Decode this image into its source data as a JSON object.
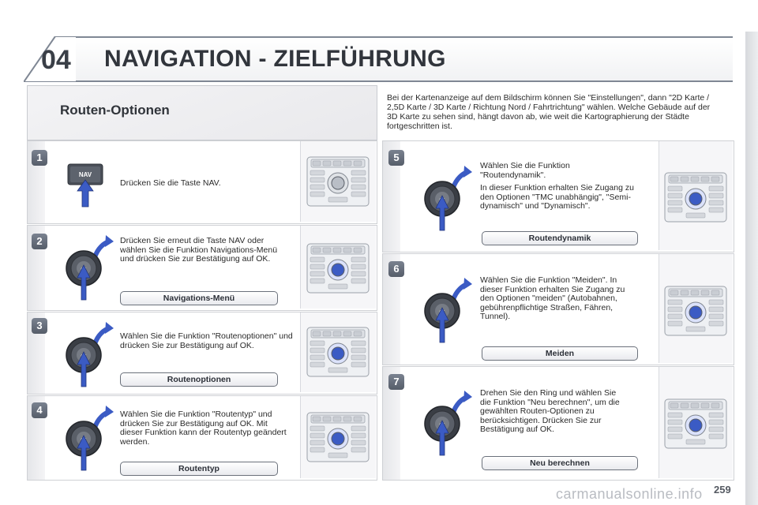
{
  "header": {
    "chapter": "04",
    "title": "NAVIGATION - ZIELFÜHRUNG"
  },
  "intro": {
    "section_title": "Routen-Optionen",
    "text": "Bei der Kartenanzeige auf dem Bildschirm können Sie \"Einstellungen\", dann \"2D Karte / 2,5D Karte / 3D Karte / Richtung Nord / Fahrtrichtung\" wählen. Welche Gebäude auf der 3D Karte zu sehen sind, hängt davon ab, wie weit die Kartographierung der Städte fortgeschritten ist."
  },
  "steps": [
    {
      "num": "1",
      "icon": "nav-key",
      "text": [
        "Drücken Sie die Taste NAV."
      ],
      "key_label": "NAV"
    },
    {
      "num": "2",
      "icon": "dial",
      "text": [
        "Drücken Sie erneut die Taste NAV oder wählen Sie die Funktion Navigations-Menü und drücken Sie zur Bestätigung auf OK."
      ],
      "label": "Navigations-Menü"
    },
    {
      "num": "3",
      "icon": "dial",
      "text": [
        "Wählen Sie die Funktion \"Routenoptionen\" und drücken Sie zur Bestätigung auf OK."
      ],
      "label": "Routenoptionen"
    },
    {
      "num": "4",
      "icon": "dial",
      "text": [
        "Wählen Sie die Funktion \"Routentyp\" und drücken Sie zur Bestätigung auf OK. Mit dieser Funktion kann der Routentyp geändert werden."
      ],
      "label": "Routentyp"
    },
    {
      "num": "5",
      "icon": "dial",
      "text": [
        "Wählen Sie die Funktion \"Routendynamik\".",
        "In dieser Funktion erhalten Sie Zugang zu den Optionen \"TMC unabhängig\", \"Semi-dynamisch\" und \"Dynamisch\"."
      ],
      "label": "Routendynamik"
    },
    {
      "num": "6",
      "icon": "dial",
      "text": [
        "Wählen Sie die Funktion \"Meiden\". In dieser Funktion erhalten Sie Zugang zu den Optionen \"meiden\" (Autobahnen, gebührenpflichtige Straßen, Fähren, Tunnel)."
      ],
      "label": "Meiden"
    },
    {
      "num": "7",
      "icon": "dial",
      "text": [
        "Drehen Sie den Ring und wählen Sie die Funktion \"Neu berechnen\", um die gewählten Routen-Optionen zu berücksichtigen. Drücken Sie zur Bestätigung auf OK."
      ],
      "label": "Neu berechnen"
    }
  ],
  "footer": {
    "page": "259",
    "watermark": "carmanualsonline.info"
  },
  "colors": {
    "accent": "#3b5bc4",
    "badge": "#616875",
    "border": "#cfd1d5"
  }
}
